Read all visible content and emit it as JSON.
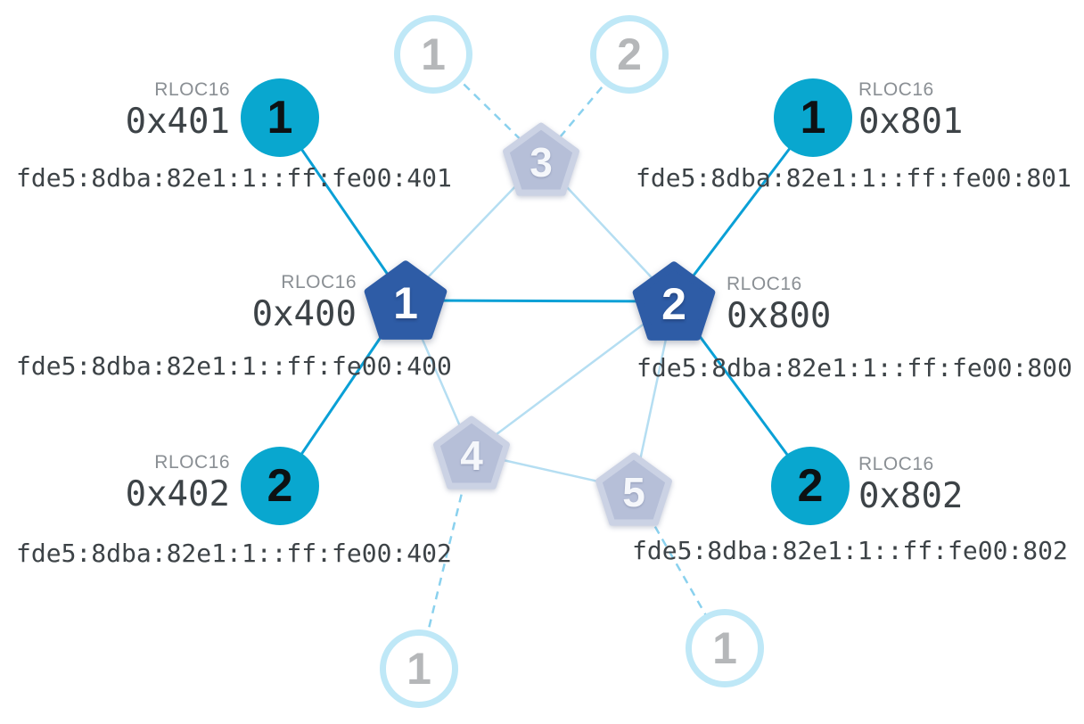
{
  "labels": {
    "rloc16": "RLOC16"
  },
  "colors": {
    "active_device_fill": "#09a7cf",
    "active_router_fill": "#2e5ca6",
    "idle_router_fill": "#b6bfd8",
    "faded_device_ring": "#bfe8f7",
    "active_link": "#0aa0d6",
    "idle_link": "#b5def2",
    "stale_link": "#8ad1ee",
    "text_dark": "#3d4347",
    "text_gray": "#8a8f94"
  },
  "routers": [
    {
      "id": "1",
      "rloc16": "0x400",
      "ipv6": "fde5:8dba:82e1:1::ff:fe00:400",
      "state": "active"
    },
    {
      "id": "2",
      "rloc16": "0x800",
      "ipv6": "fde5:8dba:82e1:1::ff:fe00:800",
      "state": "active"
    },
    {
      "id": "3",
      "state": "idle"
    },
    {
      "id": "4",
      "state": "idle"
    },
    {
      "id": "5",
      "state": "idle"
    }
  ],
  "end_devices": [
    {
      "id": "1",
      "rloc16": "0x401",
      "ipv6": "fde5:8dba:82e1:1::ff:fe00:401",
      "state": "active",
      "attached_to": "router-1"
    },
    {
      "id": "2",
      "rloc16": "0x402",
      "ipv6": "fde5:8dba:82e1:1::ff:fe00:402",
      "state": "active",
      "attached_to": "router-1"
    },
    {
      "id": "1",
      "rloc16": "0x801",
      "ipv6": "fde5:8dba:82e1:1::ff:fe00:801",
      "state": "active",
      "attached_to": "router-2"
    },
    {
      "id": "2",
      "rloc16": "0x802",
      "ipv6": "fde5:8dba:82e1:1::ff:fe00:802",
      "state": "active",
      "attached_to": "router-2"
    },
    {
      "id": "1",
      "state": "faded",
      "attached_to": "router-3"
    },
    {
      "id": "2",
      "state": "faded",
      "attached_to": "router-3"
    },
    {
      "id": "1",
      "state": "faded",
      "attached_to": "router-4"
    },
    {
      "id": "1",
      "state": "faded",
      "attached_to": "router-5"
    }
  ],
  "edges": [
    {
      "from": "end-device-0x401",
      "to": "router-1",
      "type": "active"
    },
    {
      "from": "end-device-0x402",
      "to": "router-1",
      "type": "active"
    },
    {
      "from": "router-1",
      "to": "router-2",
      "type": "active"
    },
    {
      "from": "router-2",
      "to": "end-device-0x801",
      "type": "active"
    },
    {
      "from": "router-2",
      "to": "end-device-0x802",
      "type": "active"
    },
    {
      "from": "router-1",
      "to": "router-3",
      "type": "idle"
    },
    {
      "from": "router-2",
      "to": "router-3",
      "type": "idle"
    },
    {
      "from": "router-1",
      "to": "router-4",
      "type": "idle"
    },
    {
      "from": "router-2",
      "to": "router-4",
      "type": "idle"
    },
    {
      "from": "router-2",
      "to": "router-5",
      "type": "idle"
    },
    {
      "from": "router-4",
      "to": "router-5",
      "type": "idle"
    },
    {
      "from": "faded-device-top-1",
      "to": "router-3",
      "type": "stale"
    },
    {
      "from": "faded-device-top-2",
      "to": "router-3",
      "type": "stale"
    },
    {
      "from": "router-4",
      "to": "faded-device-bottom-left",
      "type": "stale"
    },
    {
      "from": "router-5",
      "to": "faded-device-bottom-right",
      "type": "stale"
    }
  ]
}
